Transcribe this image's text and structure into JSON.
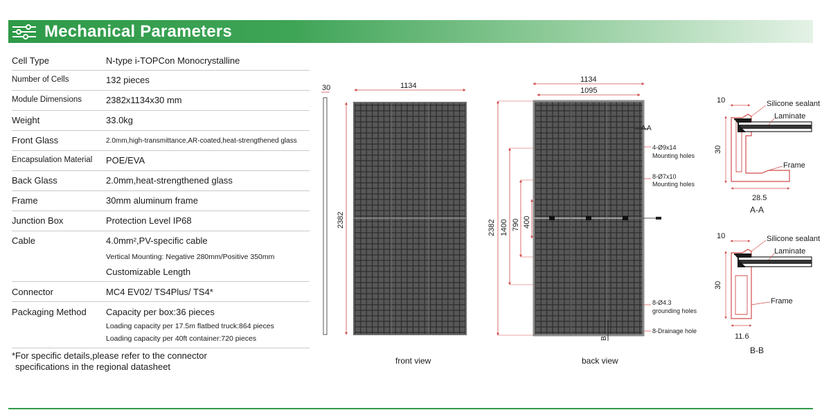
{
  "header": {
    "title": "Mechanical Parameters",
    "icon": "sliders-icon",
    "color": "#2e9a48"
  },
  "params": [
    {
      "label": "Cell Type",
      "value": "N-type i-TOPCon Monocrystalline"
    },
    {
      "label": "Number of Cells",
      "value": "132 pieces"
    },
    {
      "label": "Module Dimensions",
      "value": "2382x1134x30 mm"
    },
    {
      "label": "Weight",
      "value": "33.0kg"
    },
    {
      "label": "Front Glass",
      "value": "2.0mm,high-transmittance,AR-coated,heat-strengthened glass"
    },
    {
      "label": "Encapsulation Material",
      "value": "POE/EVA"
    },
    {
      "label": "Back Glass",
      "value": "2.0mm,heat-strengthened glass"
    },
    {
      "label": "Frame",
      "value": "30mm aluminum frame"
    },
    {
      "label": "Junction Box",
      "value": "Protection Level IP68"
    },
    {
      "label": "Cable",
      "value": "4.0mm²,PV-specific cable",
      "line2": "Vertical Mounting: Negative 280mm/Positive 350mm",
      "line3": "Customizable Length"
    },
    {
      "label": "Connector",
      "value": "MC4 EV02/ TS4Plus/ TS4*"
    },
    {
      "label": "Packaging Method",
      "value": "Capacity per box:36 pieces",
      "line2": "Loading capacity per 17.5m flatbed truck:864 pieces",
      "line3": "Loading capacity per 40ft container:720 pieces"
    }
  ],
  "note": {
    "line1": "*For specific details,please refer to the connector",
    "line2": "specifications in the regional datasheet"
  },
  "front_view": {
    "caption": "front view",
    "thickness": "30",
    "width": "1134",
    "height": "2382"
  },
  "back_view": {
    "caption": "back view",
    "width": "1134",
    "inner_width": "1095",
    "height": "2382",
    "dim_1400": "1400",
    "dim_790": "790",
    "dim_400": "400",
    "section_a": "A",
    "section_b": "B",
    "callout_mounting1_a": "4-Ø9x14",
    "callout_mounting1_b": "Mounting holes",
    "callout_mounting2_a": "8-Ø7x10",
    "callout_mounting2_b": "Mounting holes",
    "callout_ground_a": "8-Ø4.3",
    "callout_ground_b": "grounding holes",
    "callout_drain": "8-Drainage hole"
  },
  "section_aa": {
    "caption": "A-A",
    "dim_top": "10",
    "dim_height": "30",
    "dim_bottom": "28.5",
    "sealant": "Silicone sealant",
    "laminate": "Laminate",
    "frame": "Frame"
  },
  "section_bb": {
    "caption": "B-B",
    "dim_top": "10",
    "dim_height": "30",
    "dim_bottom": "11.6",
    "sealant": "Silicone sealant",
    "laminate": "Laminate",
    "frame": "Frame"
  }
}
